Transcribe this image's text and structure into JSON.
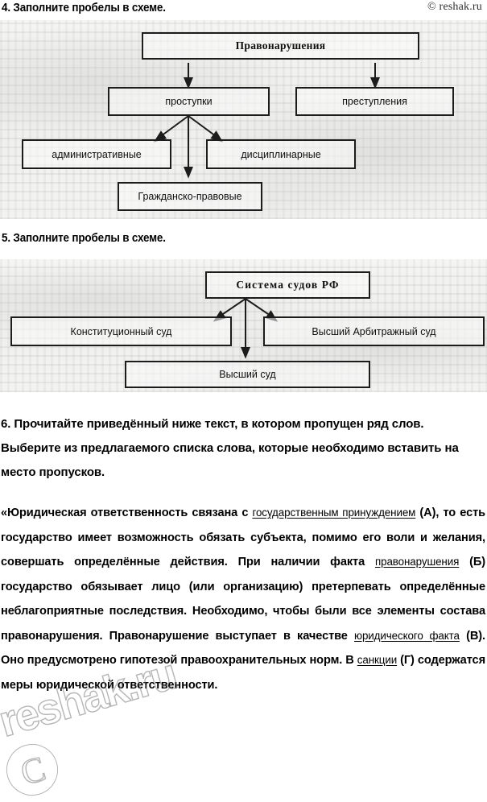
{
  "copyright": "© reshak.ru",
  "watermark": {
    "text": "reshak.ru",
    "symbol": "C"
  },
  "questions": {
    "q4": {
      "number": "4.",
      "title": "4. Заполните пробелы в схеме."
    },
    "q5": {
      "number": "5.",
      "title": "5. Заполните пробелы в схеме."
    },
    "q6": {
      "number": "6.",
      "title": "6. Прочитайте приведённый ниже текст, в котором пропущен ряд слов. Выберите из предлагаемого списка слова, которые необходимо вставить на место пропусков.",
      "text_parts": {
        "p1": "«Юридическая ответственность связана с ",
        "gap_a": "государственным принуждением",
        "lbl_a": " (А)",
        "p2": ", то есть государство имеет возможность обязать субъекта, помимо его воли и желания, совершать определённые действия. При наличии факта ",
        "gap_b": "правонарушения",
        "lbl_b": " (Б)",
        "p3": " государство обязывает лицо (или организацию) претерпевать определённые неблагоприятные последствия. Необходимо, чтобы были все элементы состава правонарушения. Правонарушение выступает в качестве ",
        "gap_c": "юридического факта",
        "lbl_c": " (В)",
        "p4": ". Оно предусмотрено гипотезой правоохранительных норм. В ",
        "gap_d": "санкции",
        "lbl_d": " (Г)",
        "p5": " содержатся меры юридической ответственности."
      }
    }
  },
  "diagram_offences": {
    "root": "Правонарушения",
    "level2_left": "проступки",
    "level2_right": "преступления",
    "level3_left": "административные",
    "level3_right": "дисциплинарные",
    "level3_center": "Гражданско-правовые"
  },
  "diagram_courts": {
    "root": "Система  судов  РФ",
    "left": "Конституционный суд",
    "right": "Высший Арбитражный суд",
    "center": "Высший суд"
  },
  "colors": {
    "ink": "#101010",
    "border": "#1c1c1c",
    "scan_bg": "#f2f2f0",
    "watermark": "#787878"
  }
}
